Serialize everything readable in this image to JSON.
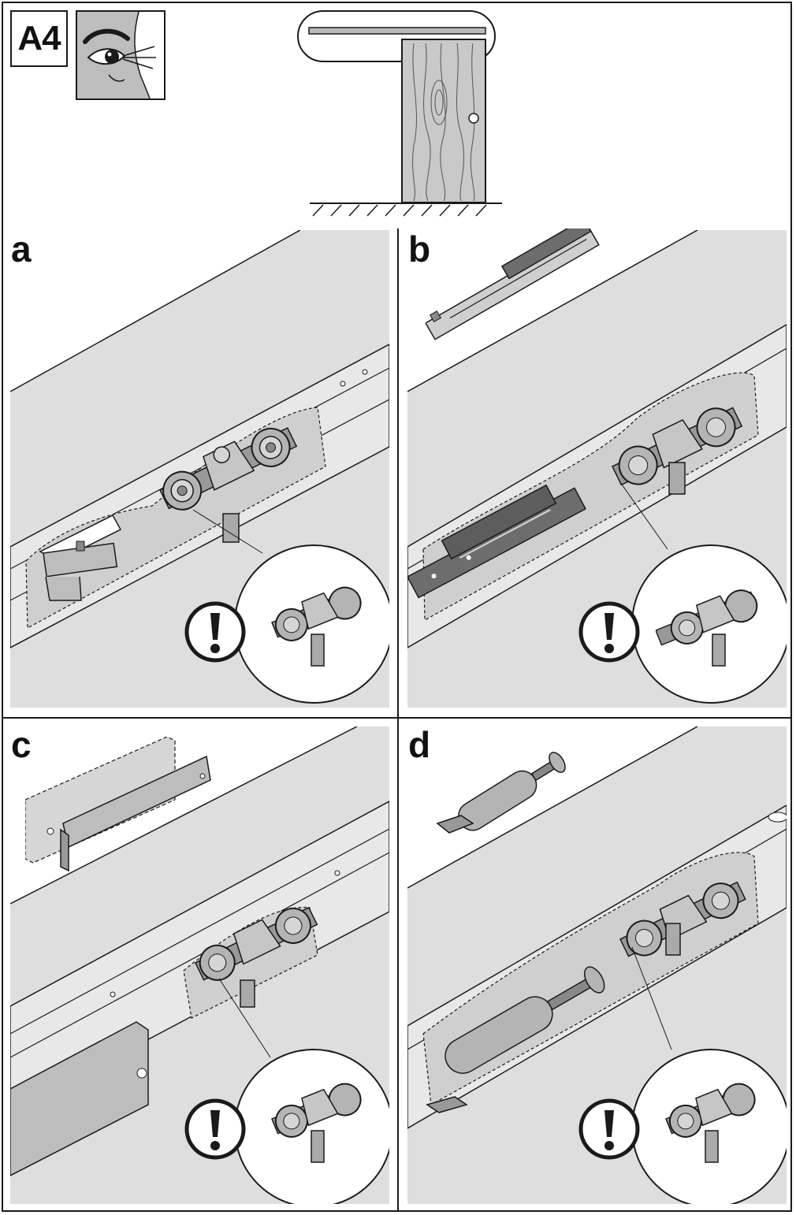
{
  "step": {
    "label": "A4"
  },
  "panels": [
    {
      "id": "a",
      "label": "a"
    },
    {
      "id": "b",
      "label": "b"
    },
    {
      "id": "c",
      "label": "c"
    },
    {
      "id": "d",
      "label": "d"
    }
  ],
  "icons": {
    "eye": "eye-icon",
    "warning": "exclamation-icon",
    "door": "door-icon"
  },
  "colors": {
    "line": "#1a1a1a",
    "panel_bg": "#dedede",
    "part_grey": "#b9b9b9",
    "dark_part": "#6d6d6d",
    "white": "#ffffff"
  }
}
